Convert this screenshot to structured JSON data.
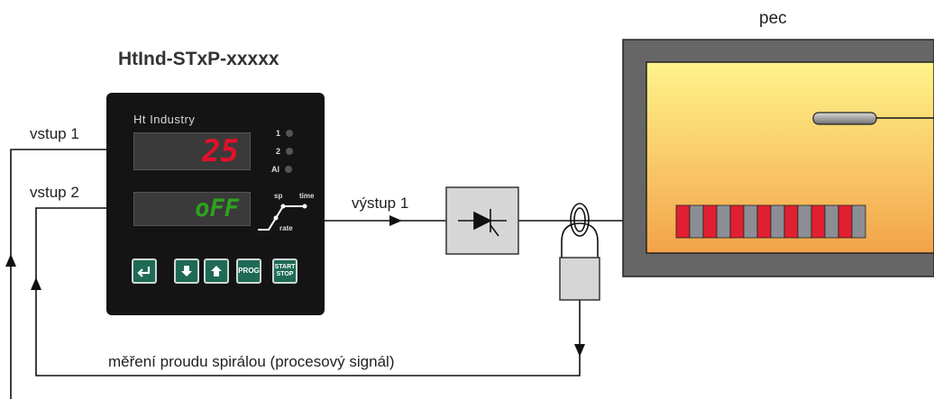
{
  "device": {
    "model": "HtInd-STxP-xxxxx",
    "brand": "Ht Industry",
    "display_top": "25",
    "display_bottom": "oFF",
    "indicators": [
      "1",
      "2",
      "Al"
    ],
    "ramp_labels": {
      "sp": "sp",
      "time": "time",
      "rate": "rate"
    },
    "buttons": {
      "prog": "PROG",
      "start": "START",
      "stop": "STOP"
    }
  },
  "labels": {
    "input1": "vstup 1",
    "input2": "vstup 2",
    "output1": "výstup 1",
    "oven": "pec",
    "measurement": "měření proudu spirálou (procesový signál)"
  },
  "colors": {
    "display_red": "#e4102a",
    "display_green": "#2ea11f",
    "button_green": "#1e6a55",
    "oven_frame": "#666666",
    "oven_glow_top": "#fff26b",
    "oven_glow_bottom": "#f3a64a",
    "heater_red": "#e02031",
    "heater_gray": "#8b8f95"
  }
}
